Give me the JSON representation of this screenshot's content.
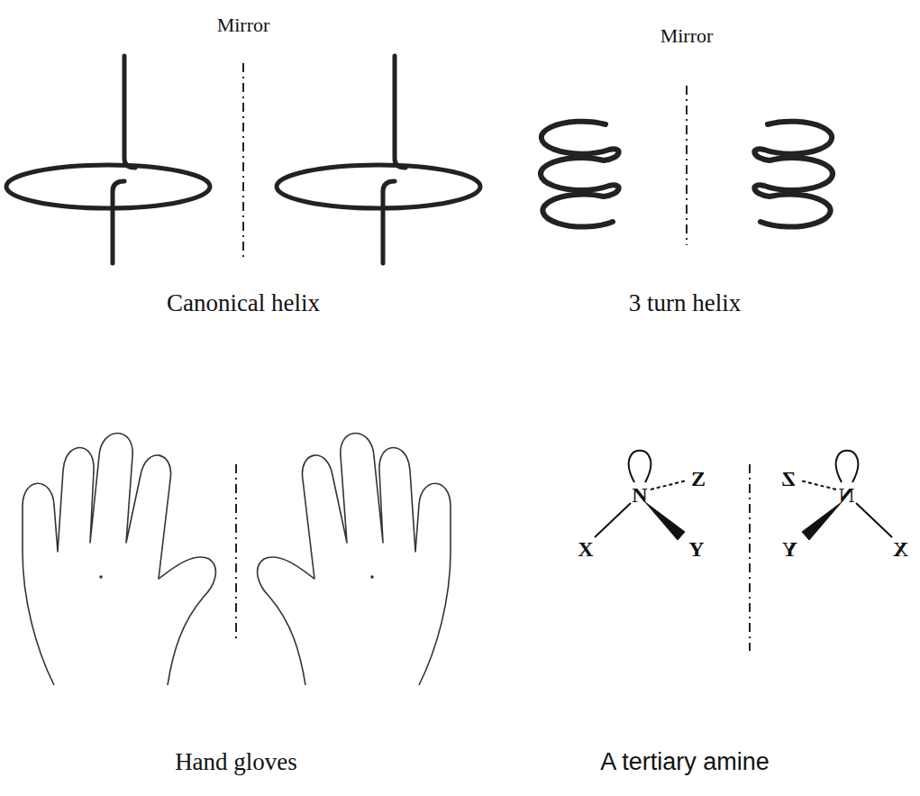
{
  "diagram": {
    "labels": [
      "Mirror",
      "Mirror",
      "Canonical helix",
      "3 turn helix",
      "Hand gloves",
      "A tertiary amine",
      "N",
      "Z",
      "X",
      "Y",
      "N",
      "Z",
      "Y",
      "X"
    ]
  }
}
